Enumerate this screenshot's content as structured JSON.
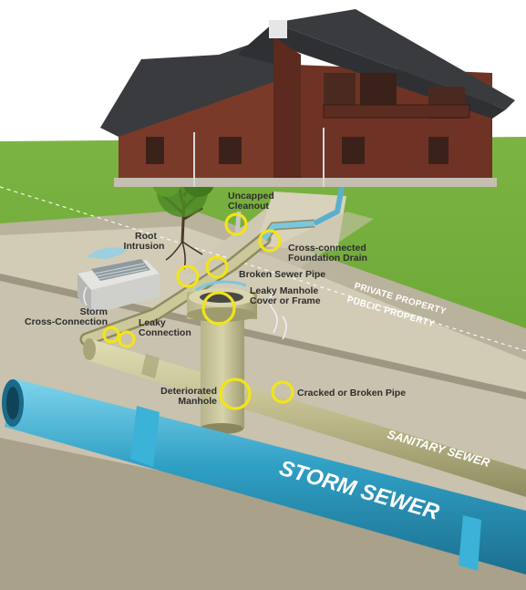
{
  "labels": {
    "uncapped_cleanout": [
      "Uncapped",
      "Cleanout"
    ],
    "root_intrusion": [
      "Root",
      "Intrusion"
    ],
    "cross_connected_drain": [
      "Cross-connected",
      "Foundation Drain"
    ],
    "broken_sewer_pipe": "Broken Sewer Pipe",
    "leaky_manhole_cover": [
      "Leaky Manhole",
      "Cover or Frame"
    ],
    "storm_cross_connection": [
      "Storm",
      "Cross-Connection"
    ],
    "leaky_connection": [
      "Leaky",
      "Connection"
    ],
    "deteriorated_manhole": [
      "Deteriorated",
      "Manhole"
    ],
    "cracked_broken_pipe": "Cracked or Broken Pipe"
  },
  "zones": {
    "private": "PRIVATE PROPERTY",
    "public": "PUBLIC PROPERTY"
  },
  "pipes": {
    "sanitary": "SANITARY SEWER",
    "storm": "STORM SEWER"
  },
  "colors": {
    "sky": "#ffffff",
    "lawn": "#6aa636",
    "house_brick": "#7a3a2a",
    "roof": "#3a3b3e",
    "trench_soil": "#c9c2ae",
    "sanitary_pipe": "#bdb98a",
    "storm_pipe": "#2f9fc4",
    "highlight_ring": "#f2e41a"
  }
}
